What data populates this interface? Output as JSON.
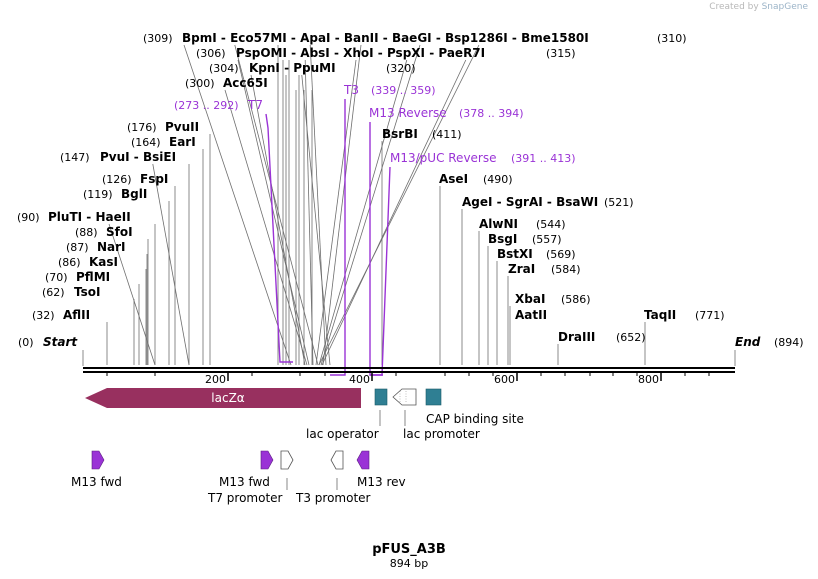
{
  "credit": {
    "prefix": "Created by",
    "brand": "SnapGene"
  },
  "plasmid": {
    "name": "pFUS_A3B",
    "length_label": "894 bp",
    "length": 894
  },
  "ends": {
    "start_label": "Start",
    "start_pos": "(0)",
    "end_label": "End",
    "end_pos": "(894)"
  },
  "ruler_ticks": [
    "200",
    "400",
    "600",
    "800"
  ],
  "colors": {
    "primer": "#9a33d6",
    "lacZ": "#98305f",
    "box": "#2f7f93",
    "text": "#000000"
  },
  "enzymes": [
    {
      "names": [
        "BpmI",
        "Eco57MI",
        "ApaI",
        "BanII",
        "BaeGI",
        "Bsp1286I",
        "Bme1580I"
      ],
      "left": "(309)",
      "right": "(310)"
    },
    {
      "names": [
        "PspOMI",
        "AbsI",
        "XhoI",
        "PspXI",
        "PaeR7I"
      ],
      "left": "(306)",
      "right": "(315)"
    },
    {
      "names": [
        "KpnI",
        "PpuMI"
      ],
      "left": "(304)",
      "right": "(320)"
    },
    {
      "names": [
        "Acc65I"
      ],
      "left": "(300)"
    },
    {
      "names": [
        "PvuII"
      ],
      "left": "(176)"
    },
    {
      "names": [
        "EarI"
      ],
      "left": "(164)"
    },
    {
      "names": [
        "PvuI",
        "BsiEI"
      ],
      "left": "(147)"
    },
    {
      "names": [
        "FspI"
      ],
      "left": "(126)"
    },
    {
      "names": [
        "BglI"
      ],
      "left": "(119)"
    },
    {
      "names": [
        "PluTI",
        "HaeII"
      ],
      "left": "(90)"
    },
    {
      "names": [
        "SfoI"
      ],
      "left": "(88)"
    },
    {
      "names": [
        "NarI"
      ],
      "left": "(87)"
    },
    {
      "names": [
        "KasI"
      ],
      "left": "(86)"
    },
    {
      "names": [
        "PflMI"
      ],
      "left": "(70)"
    },
    {
      "names": [
        "TsoI"
      ],
      "left": "(62)"
    },
    {
      "names": [
        "AflII"
      ],
      "left": "(32)"
    },
    {
      "names": [
        "BsrBI"
      ],
      "right": "(411)"
    },
    {
      "names": [
        "AseI"
      ],
      "right": "(490)"
    },
    {
      "names": [
        "AgeI",
        "SgrAI",
        "BsaWI"
      ],
      "right": "(521)"
    },
    {
      "names": [
        "AlwNI"
      ],
      "right": "(544)"
    },
    {
      "names": [
        "BsgI"
      ],
      "right": "(557)"
    },
    {
      "names": [
        "BstXI"
      ],
      "right": "(569)"
    },
    {
      "names": [
        "ZraI"
      ],
      "right": "(584)"
    },
    {
      "names": [
        "XbaI"
      ],
      "right": "(586)"
    },
    {
      "names": [
        "AatII"
      ]
    },
    {
      "names": [
        "DraIII"
      ],
      "right": "(652)"
    },
    {
      "names": [
        "TaqII"
      ],
      "right": "(771)"
    }
  ],
  "primer_labels": [
    {
      "name": "T7",
      "range": "(273 .. 292)"
    },
    {
      "name": "T3",
      "range": "(339 .. 359)"
    },
    {
      "name": "M13 Reverse",
      "range": "(378 .. 394)"
    },
    {
      "name": "M13/pUC Reverse",
      "range": "(391 .. 413)"
    }
  ],
  "features": [
    {
      "id": "lacZ",
      "label": "lacZα"
    },
    {
      "id": "lac-operator",
      "label": "lac operator"
    },
    {
      "id": "lac-promoter",
      "label": "lac promoter"
    },
    {
      "id": "cap-site",
      "label": "CAP binding site"
    }
  ],
  "lower_features": [
    {
      "id": "m13-fwd-1",
      "label": "M13 fwd"
    },
    {
      "id": "m13-fwd-2",
      "label": "M13 fwd"
    },
    {
      "id": "t7-promoter",
      "label": "T7 promoter"
    },
    {
      "id": "t3-promoter",
      "label": "T3 promoter"
    },
    {
      "id": "m13-rev",
      "label": "M13 rev"
    }
  ]
}
